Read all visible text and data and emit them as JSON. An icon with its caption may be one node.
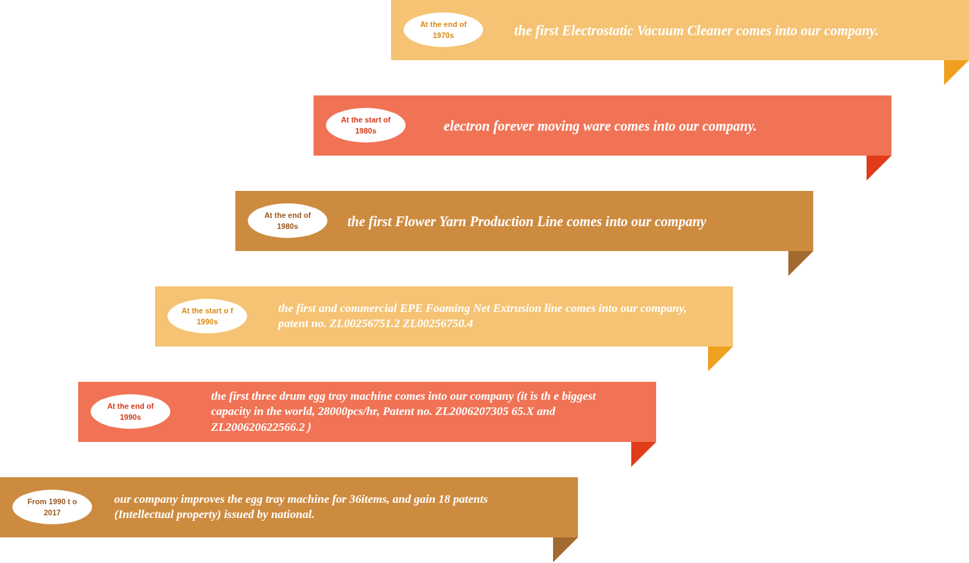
{
  "diagram": {
    "nodes": [
      {
        "text": [
          "the first Electrostatic Vacuum Cleaner comes into our company."
        ]
      },
      {
        "text": [
          "At the end of 1970s"
        ],
        "in": 0
      },
      {
        "text": [
          "electron forever moving ware comes into our company."
        ]
      },
      {
        "text": [
          "At the start of 1980s"
        ],
        "in": 2
      },
      {
        "text": [
          "the first Flower Yarn Production Line comes into our company"
        ]
      },
      {
        "text": [
          "At the end of 1980s"
        ],
        "in": 4
      },
      {
        "text": [
          "the first and commercial EPE Foaming Net Extrusion line comes into our company, patent no. ZL00256751.2 ZL00256750.4"
        ]
      },
      {
        "text": [
          "At the start o f 1990s"
        ],
        "in": 6
      },
      {
        "text": [
          "the first three drum egg tray machine comes into our company (it is th e biggest capacity in the world, 28000pcs/hr, Patent no. ZL2006207305 65.X and ZL200620622566.2）"
        ]
      },
      {
        "text": [
          "At the end of 1990s"
        ],
        "in": 8
      },
      {
        "text": [
          "our company improves the egg tray machine for 36items, and gain 18 patents (Intellectual property) issued by national."
        ]
      },
      {
        "text": [
          "From 1990 t o 2017"
        ],
        "in": 10
      }
    ],
    "edges": []
  }
}
